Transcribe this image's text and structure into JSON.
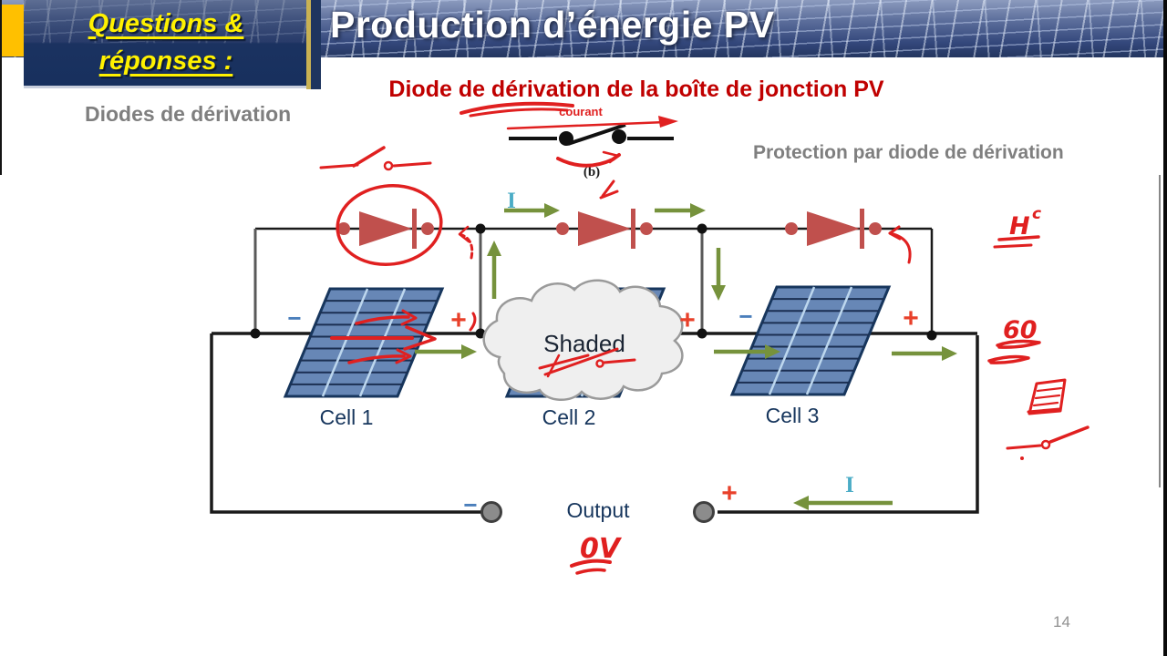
{
  "slide": {
    "qa_badge": {
      "line1": "Questions &",
      "line2": "réponses :"
    },
    "title": "Production d’énergie PV",
    "red_subtitle": "Diode de dérivation de la boîte de jonction PV",
    "left_caption": "Diodes de dérivation",
    "right_caption": "Protection par diode de dérivation",
    "page_number": "14"
  },
  "diagram": {
    "switch_caption": "(b)",
    "courant_label": "courant",
    "current_symbol_top": "I",
    "current_symbol_bottom": "I",
    "cells": [
      {
        "label": "Cell 1"
      },
      {
        "label": "Cell 2"
      },
      {
        "label": "Cell 3"
      }
    ],
    "shaded_label": "Shaded",
    "output_label": "Output",
    "plus_sign": "+",
    "minus_sign": "−"
  },
  "annotations": {
    "hc_base": "H",
    "hc_sup": "c",
    "sixty": "60",
    "zero_volts": "0V"
  },
  "colors": {
    "accent_navy": "#1F3864",
    "title_red": "#C00000",
    "caption_gray": "#7F7F7F",
    "diode_red": "#C0504D",
    "arrow_green": "#76923C",
    "panel_blue": "#6787B6",
    "annotation_red": "#E02020",
    "current_teal": "#4BACC6",
    "badge_yellow": "#FFF100"
  }
}
